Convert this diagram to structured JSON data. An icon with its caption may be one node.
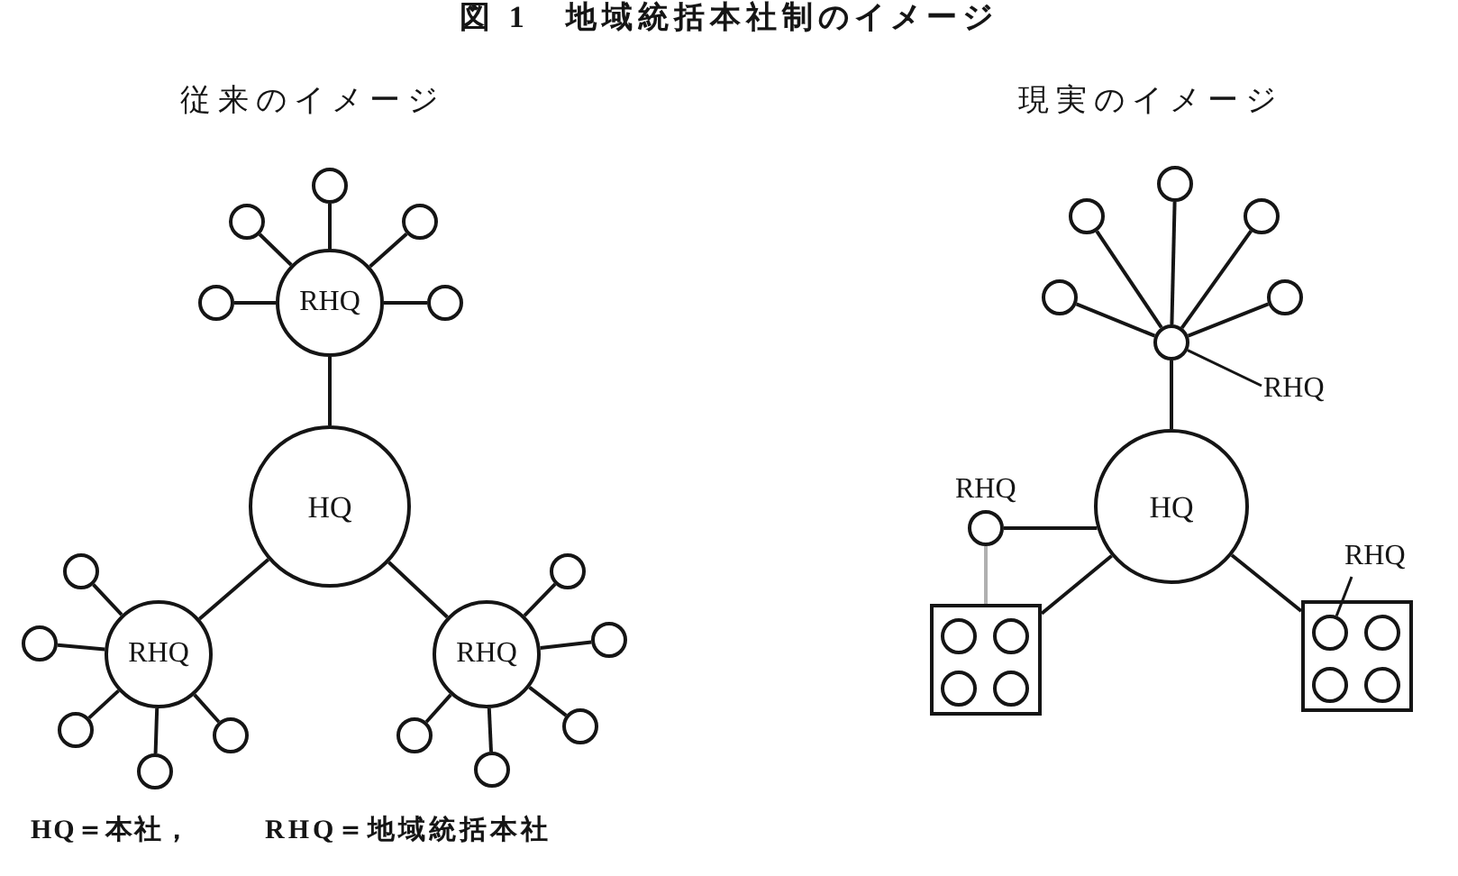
{
  "diagram": {
    "title": "図 1　地域統括本社制のイメージ",
    "nodes": [
      {
        "text": [
          "HQ"
        ]
      },
      {
        "text": [
          "RHQ"
        ]
      },
      {
        "text": [],
        "shape": "circle"
      },
      {
        "text": [],
        "shape": "circle"
      },
      {
        "text": [],
        "shape": "circle"
      },
      {
        "text": [],
        "shape": "circle"
      },
      {
        "text": [],
        "shape": "circle"
      },
      {
        "text": [
          "RHQ"
        ]
      },
      {
        "text": [],
        "shape": "circle"
      },
      {
        "text": [],
        "shape": "circle"
      },
      {
        "text": [],
        "shape": "circle"
      },
      {
        "text": [],
        "shape": "circle"
      },
      {
        "text": [],
        "shape": "circle"
      },
      {
        "text": [
          "RHQ"
        ]
      },
      {
        "text": [],
        "shape": "circle"
      },
      {
        "text": [],
        "shape": "circle"
      },
      {
        "text": [],
        "shape": "circle"
      },
      {
        "text": [],
        "shape": "circle"
      },
      {
        "text": [],
        "shape": "circle"
      },
      {
        "text": [],
        "shape": "circle"
      },
      {
        "text": [],
        "shape": "circle"
      },
      {
        "text": [],
        "shape": "circle"
      },
      {
        "text": [],
        "shape": "circle"
      },
      {
        "text": [],
        "shape": "circle"
      },
      {
        "text": [],
        "shape": "circle"
      },
      {
        "text": [
          "RHQ"
        ]
      },
      {
        "text": [
          "HQ"
        ]
      },
      {
        "text": [],
        "shape": "circle",
        "beside": [
          "RHQ"
        ]
      },
      {
        "text": [
          "RHQ"
        ]
      },
      {
        "text": [],
        "shape": "box"
      },
      {
        "text": [],
        "shape": "circle",
        "in": 29
      },
      {
        "text": [],
        "shape": "circle",
        "in": 29
      },
      {
        "text": [],
        "shape": "circle",
        "in": 29
      },
      {
        "text": [],
        "shape": "circle",
        "in": 29
      },
      {
        "text": [],
        "shape": "box"
      },
      {
        "text": [],
        "shape": "circle",
        "in": 34
      },
      {
        "text": [],
        "shape": "circle",
        "in": 34
      },
      {
        "text": [],
        "shape": "circle",
        "in": 34
      },
      {
        "text": [],
        "shape": "circle",
        "in": 34
      }
    ],
    "edges": [
      {
        "from": 0,
        "to": 1,
        "arrow": "none"
      },
      {
        "from": 0,
        "to": 7,
        "arrow": "none"
      },
      {
        "from": 0,
        "to": 13,
        "arrow": "none"
      },
      {
        "from": 1,
        "to": 2,
        "arrow": "none"
      },
      {
        "from": 1,
        "to": 3,
        "arrow": "none"
      },
      {
        "from": 1,
        "to": 4,
        "arrow": "none"
      },
      {
        "from": 1,
        "to": 5,
        "arrow": "none"
      },
      {
        "from": 1,
        "to": 6,
        "arrow": "none"
      },
      {
        "from": 7,
        "to": 8,
        "arrow": "none"
      },
      {
        "from": 7,
        "to": 9,
        "arrow": "none"
      },
      {
        "from": 7,
        "to": 10,
        "arrow": "none"
      },
      {
        "from": 7,
        "to": 11,
        "arrow": "none"
      },
      {
        "from": 7,
        "to": 12,
        "arrow": "none"
      },
      {
        "from": 13,
        "to": 14,
        "arrow": "none"
      },
      {
        "from": 13,
        "to": 15,
        "arrow": "none"
      },
      {
        "from": 13,
        "to": 16,
        "arrow": "none"
      },
      {
        "from": 13,
        "to": 17,
        "arrow": "none"
      },
      {
        "from": 13,
        "to": 18,
        "arrow": "none"
      },
      {
        "from": 24,
        "to": 19,
        "arrow": "none"
      },
      {
        "from": 24,
        "to": 20,
        "arrow": "none"
      },
      {
        "from": 24,
        "to": 21,
        "arrow": "none"
      },
      {
        "from": 24,
        "to": 22,
        "arrow": "none"
      },
      {
        "from": 24,
        "to": 23,
        "arrow": "none"
      },
      {
        "from": 24,
        "to": 26,
        "arrow": "none"
      },
      {
        "from": 25,
        "to": 24,
        "arrow": "none"
      },
      {
        "from": 27,
        "to": 26,
        "arrow": "none"
      },
      {
        "from": 27,
        "to": 29,
        "arrow": "none",
        "color": "#b0b0b0"
      },
      {
        "from": 26,
        "to": 29,
        "arrow": "none"
      },
      {
        "from": 26,
        "to": 34,
        "arrow": "none"
      },
      {
        "from": 28,
        "to": 35,
        "arrow": "none"
      }
    ],
    "labels": [
      "従来のイメージ",
      "現実のイメージ",
      "HQ＝本社，",
      "RHQ＝地域統括本社"
    ]
  }
}
